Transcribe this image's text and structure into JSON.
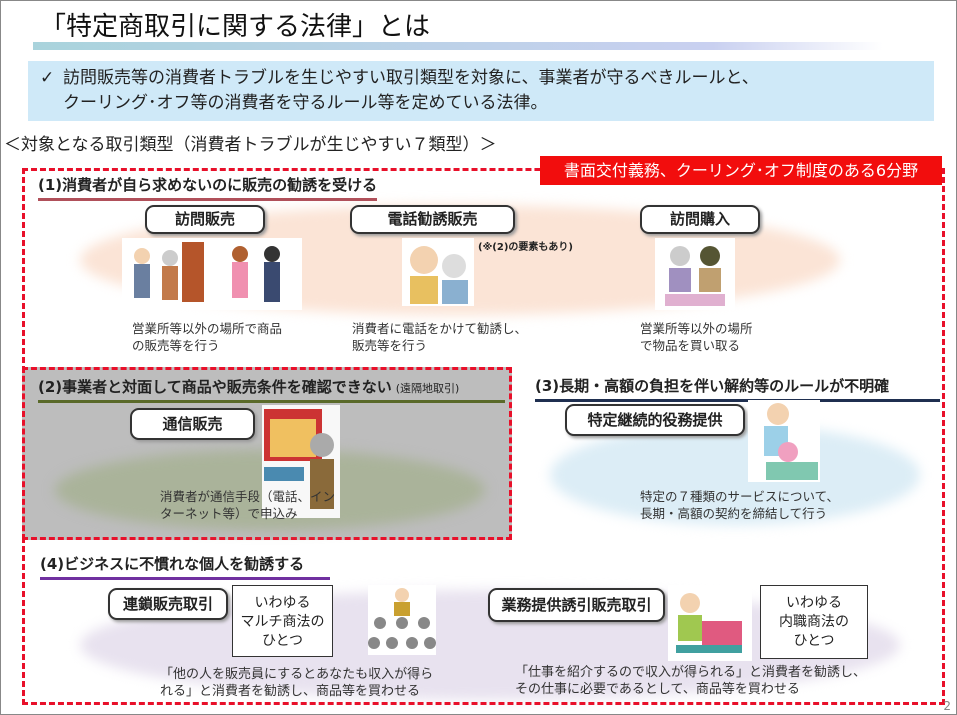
{
  "title": "「特定商取引に関する法律」とは",
  "summary": {
    "check": "✓",
    "line1": "訪問販売等の消費者トラブルを生じやすい取引類型を対象に、事業者が守るべきルールと、",
    "line2": "クーリング･オフ等の消費者を守るルール等を定めている法律。"
  },
  "subheading": "＜対象となる取引類型（消費者トラブルが生じやすい７類型）＞",
  "red_label": "書面交付義務、クーリング･オフ制度のある6分野",
  "sec1": {
    "heading": "(1)消費者が自ら求めないのに販売の勧誘を受ける",
    "items": [
      {
        "label": "訪問販売",
        "caption1": "営業所等以外の場所で商品",
        "caption2": "の販売等を行う"
      },
      {
        "label": "電話勧誘販売",
        "note": "(※(2)の要素もあり)",
        "caption1": "消費者に電話をかけて勧誘し、",
        "caption2": "販売等を行う"
      },
      {
        "label": "訪問購入",
        "caption1": "営業所等以外の場所",
        "caption2": "で物品を買い取る"
      }
    ]
  },
  "sec2": {
    "heading": "(2)事業者と対面して商品や販売条件を確認できない",
    "heading_note": "(遠隔地取引)",
    "label": "通信販売",
    "caption1": "消費者が通信手段（電話、イン",
    "caption2": "ターネット等）で申込み"
  },
  "sec3": {
    "heading": "(3)長期・高額の負担を伴い解約等のルールが不明確",
    "label": "特定継続的役務提供",
    "caption1": "特定の７種類のサービスについて、",
    "caption2": "長期・高額の契約を締結して行う"
  },
  "sec4": {
    "heading": "(4)ビジネスに不慣れな個人を勧誘する",
    "items": [
      {
        "label": "連鎖販売取引",
        "bubble1": "いわゆる",
        "bubble2": "マルチ商法の",
        "bubble3": "ひとつ",
        "caption1": "「他の人を販売員にするとあなたも収入が得ら",
        "caption2": "れる」と消費者を勧誘し、商品等を買わせる"
      },
      {
        "label": "業務提供誘引販売取引",
        "bubble1": "いわゆる",
        "bubble2": "内職商法の",
        "bubble3": "ひとつ",
        "caption1": "「仕事を紹介するので収入が得られる」と消費者を勧誘し、",
        "caption2": "その仕事に必要であるとして、商品等を買わせる"
      }
    ]
  },
  "page_number": "2"
}
